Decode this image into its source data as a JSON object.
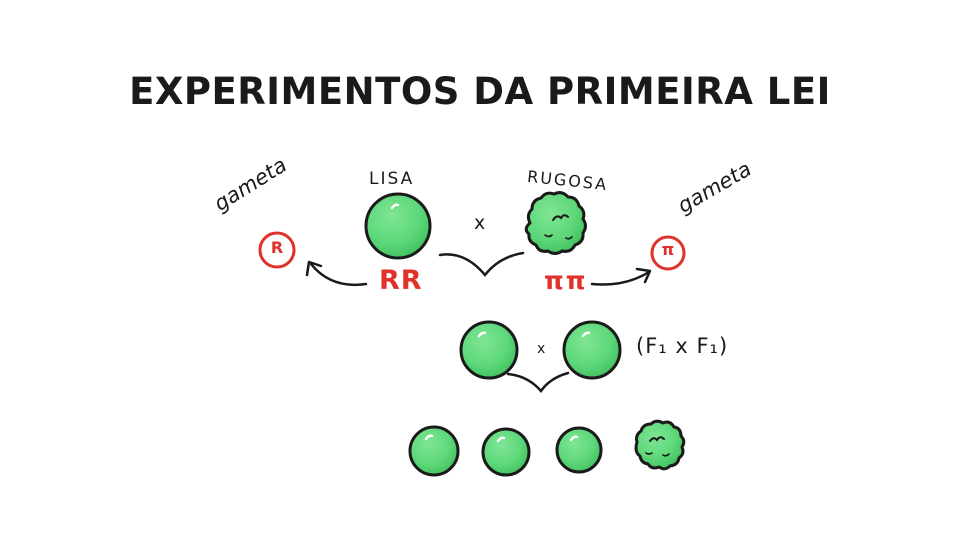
{
  "title": "EXPERIMENTOS DA PRIMEIRA LEI",
  "parents": {
    "left": {
      "label": "LISA",
      "genotype": "RR"
    },
    "right": {
      "label": "RUGOSA",
      "genotype": "ππ"
    },
    "cross_symbol": "x"
  },
  "gametes": {
    "left": {
      "label": "gameta",
      "allele": "R"
    },
    "right": {
      "label": "gameta",
      "allele": "π"
    }
  },
  "f1": {
    "cross_symbol": "x",
    "annotation": "(F₁ x F₁)"
  },
  "colors": {
    "pea_fill": "#5ed87a",
    "pea_outline": "#1a1a1a",
    "allele_red": "#e0312a"
  }
}
